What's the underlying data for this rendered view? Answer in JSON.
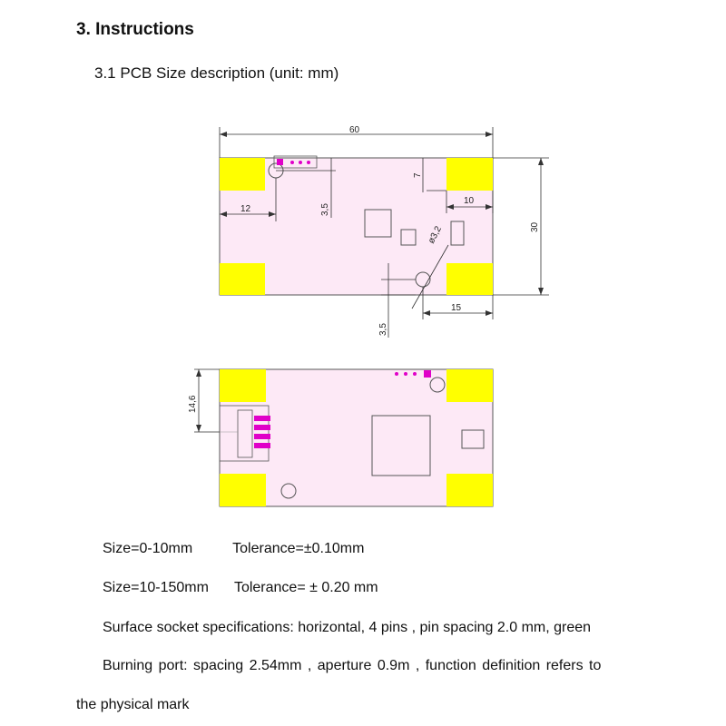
{
  "section": {
    "heading": "3. Instructions",
    "subheading": "3.1 PCB Size description (unit: mm)"
  },
  "top_drawing": {
    "dim_width": "60",
    "dim_height": "30",
    "dim_pad_h": "7",
    "dim_pad_w": "10",
    "dim_left": "12",
    "dim_hole_offset": "3,5",
    "dim_hole_dia": "ø3,2",
    "dim_bottom_hole": "3,5",
    "dim_bottom_right": "15"
  },
  "bottom_drawing": {
    "dim_height": "14,6"
  },
  "specs": {
    "line1_size": "Size=0-10mm",
    "line1_tol": "Tolerance=±0.10mm",
    "line2_size": "Size=10-150mm",
    "line2_tol": "Tolerance= ± 0.20 mm",
    "line3": "Surface socket specifications: horizontal, 4 pins , pin spacing 2.0 mm, green",
    "line4": "Burning port: spacing 2.54mm , aperture 0.9m , function definition refers to",
    "line5": "the physical mark"
  },
  "colors": {
    "board": "#fde9f6",
    "pad": "#ffff00",
    "magenta": "#e000c8"
  }
}
